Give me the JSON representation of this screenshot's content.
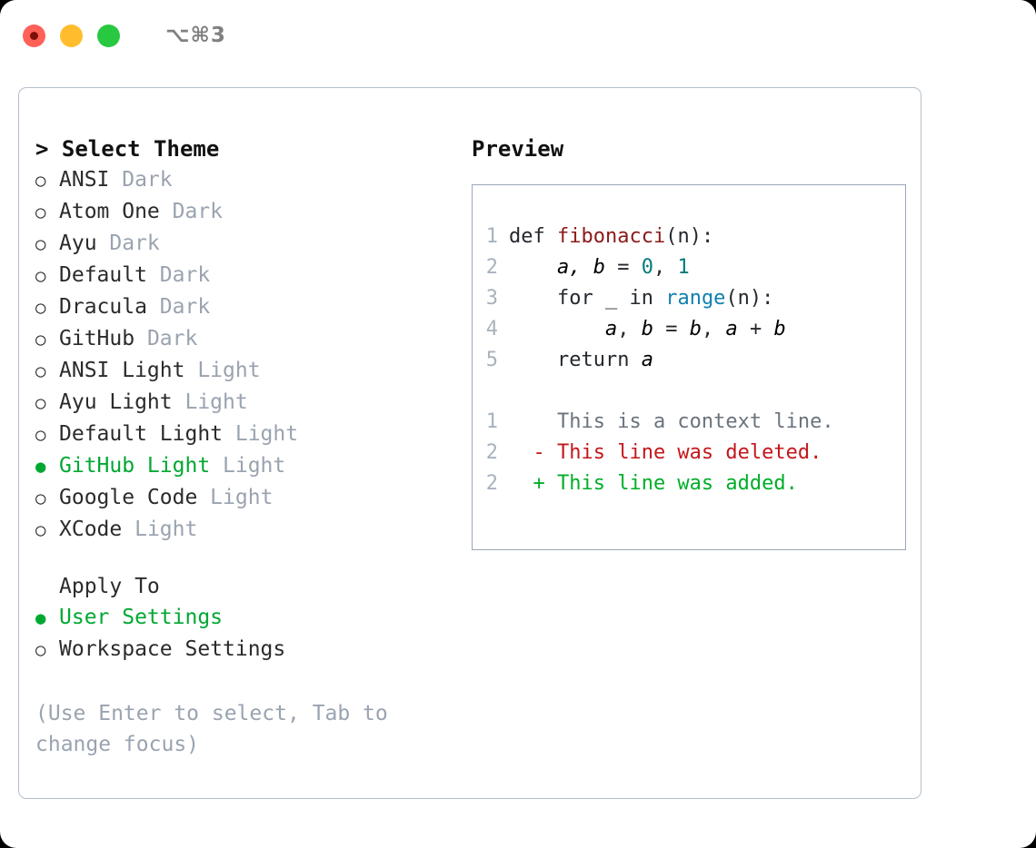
{
  "titlebar": {
    "shortcut": "⌥⌘3",
    "lights": [
      {
        "name": "close",
        "color": "#ff6058"
      },
      {
        "name": "minimize",
        "color": "#ffbd2e"
      },
      {
        "name": "maximize",
        "color": "#28c840"
      }
    ]
  },
  "theme_list": {
    "heading": "> Select Theme",
    "items": [
      {
        "marker": "○",
        "label": "ANSI",
        "suffix": "Dark",
        "selected": false
      },
      {
        "marker": "○",
        "label": "Atom One",
        "suffix": "Dark",
        "selected": false
      },
      {
        "marker": "○",
        "label": "Ayu",
        "suffix": "Dark",
        "selected": false
      },
      {
        "marker": "○",
        "label": "Default",
        "suffix": "Dark",
        "selected": false
      },
      {
        "marker": "○",
        "label": "Dracula",
        "suffix": "Dark",
        "selected": false
      },
      {
        "marker": "○",
        "label": "GitHub",
        "suffix": "Dark",
        "selected": false
      },
      {
        "marker": "○",
        "label": "ANSI Light",
        "suffix": "Light",
        "selected": false
      },
      {
        "marker": "○",
        "label": "Ayu Light",
        "suffix": "Light",
        "selected": false
      },
      {
        "marker": "○",
        "label": "Default Light",
        "suffix": "Light",
        "selected": false
      },
      {
        "marker": "●",
        "label": "GitHub Light",
        "suffix": "Light",
        "selected": true
      },
      {
        "marker": "○",
        "label": "Google Code",
        "suffix": "Light",
        "selected": false
      },
      {
        "marker": "○",
        "label": "XCode",
        "suffix": "Light",
        "selected": false
      }
    ]
  },
  "apply_to": {
    "heading": "Apply To",
    "items": [
      {
        "marker": "●",
        "label": "User Settings",
        "selected": true
      },
      {
        "marker": "○",
        "label": "Workspace Settings",
        "selected": false
      }
    ]
  },
  "hint": "(Use Enter to select, Tab to change focus)",
  "preview": {
    "title": "Preview",
    "code": [
      {
        "lno": "1",
        "indent": "",
        "parts": [
          {
            "t": "def ",
            "c": "ctext"
          },
          {
            "t": "fibonacci",
            "c": "tok-fn"
          },
          {
            "t": "(n):",
            "c": "ctext"
          }
        ]
      },
      {
        "lno": "2",
        "indent": "    ",
        "parts": [
          {
            "t": "a, b",
            "c": "var"
          },
          {
            "t": " = ",
            "c": "ctext"
          },
          {
            "t": "0",
            "c": "tok-num"
          },
          {
            "t": ", ",
            "c": "ctext"
          },
          {
            "t": "1",
            "c": "tok-num"
          }
        ]
      },
      {
        "lno": "3",
        "indent": "    ",
        "parts": [
          {
            "t": "for _ in ",
            "c": "ctext"
          },
          {
            "t": "range",
            "c": "tok-call"
          },
          {
            "t": "(n):",
            "c": "ctext"
          }
        ]
      },
      {
        "lno": "4",
        "indent": "        ",
        "parts": [
          {
            "t": "a",
            "c": "var"
          },
          {
            "t": ", ",
            "c": "ctext"
          },
          {
            "t": "b",
            "c": "var"
          },
          {
            "t": " = ",
            "c": "ctext"
          },
          {
            "t": "b",
            "c": "var"
          },
          {
            "t": ", ",
            "c": "ctext"
          },
          {
            "t": "a",
            "c": "var"
          },
          {
            "t": " + ",
            "c": "ctext"
          },
          {
            "t": "b",
            "c": "var"
          }
        ]
      },
      {
        "lno": "5",
        "indent": "    ",
        "parts": [
          {
            "t": "return ",
            "c": "ctext"
          },
          {
            "t": "a",
            "c": "var"
          }
        ]
      }
    ],
    "diff": [
      {
        "lno": "1",
        "sign": " ",
        "text": "This is a context line.",
        "kind": "d-ctx"
      },
      {
        "lno": "2",
        "sign": "-",
        "text": "This line was deleted.",
        "kind": "d-del"
      },
      {
        "lno": "2",
        "sign": "+",
        "text": "This line was added.",
        "kind": "d-add"
      }
    ]
  },
  "colors": {
    "accent_green": "#00a832",
    "muted": "#9aa3b0",
    "panel_border": "#b4bfcd",
    "preview_border": "#9aa7b8",
    "diff_delete": "#c4161c",
    "diff_add": "#00ae28",
    "syntax_function": "#8b1a1a",
    "syntax_number": "#067a7a",
    "syntax_call": "#1080b0"
  }
}
